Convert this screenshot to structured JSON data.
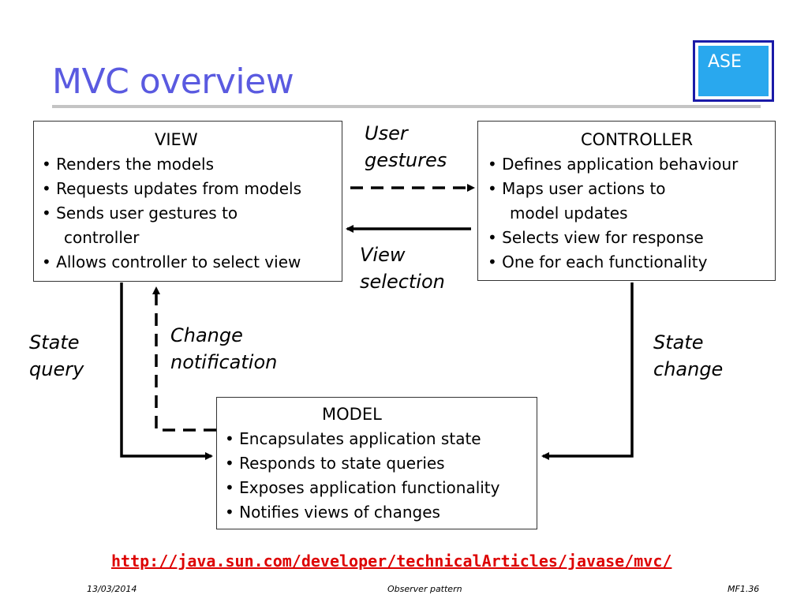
{
  "title": "MVC overview",
  "logo": {
    "text": "ASE",
    "colors": {
      "frame": "#1a1aa8",
      "fill": "#29a8ee"
    }
  },
  "title_color": "#5a5ae0",
  "view": {
    "header": "VIEW",
    "items": [
      "• Renders the models",
      "• Requests updates from models",
      "• Sends user gestures to",
      "controller",
      "• Allows controller to select view"
    ]
  },
  "controller": {
    "header": "CONTROLLER",
    "items": [
      "• Defines application behaviour",
      "• Maps user actions to",
      "model updates",
      "• Selects view for response",
      "• One for each functionality"
    ]
  },
  "model": {
    "header": "MODEL",
    "items": [
      "• Encapsulates application state",
      "• Responds to state queries",
      "• Exposes application functionality",
      "• Notifies views of changes"
    ]
  },
  "labels": {
    "user_gestures": [
      "User",
      "gestures"
    ],
    "view_selection": [
      "View",
      "selection"
    ],
    "state_query": [
      "State",
      "query"
    ],
    "change_notification": [
      "Change",
      "notification"
    ],
    "state_change": [
      "State",
      "change"
    ]
  },
  "url": "http://java.sun.com/developer/technicalArticles/javase/mvc/",
  "url_color": "#dd0000",
  "footer": {
    "date": "13/03/2014",
    "center": "Observer pattern",
    "page": "MF1.36"
  }
}
